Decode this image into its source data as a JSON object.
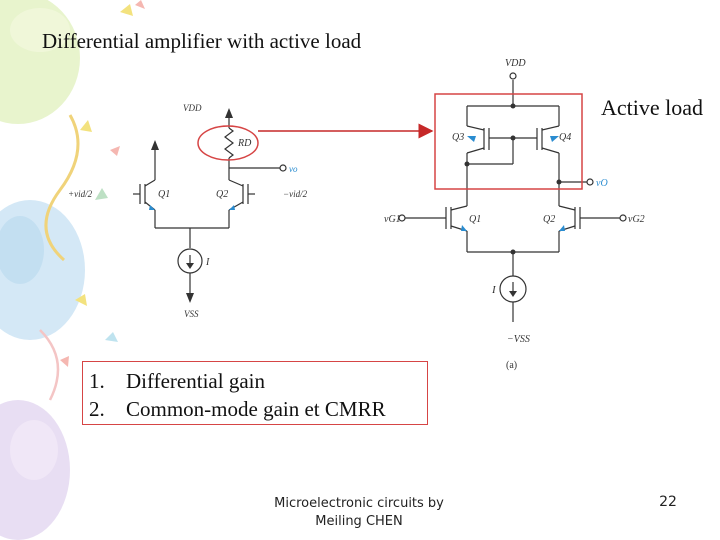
{
  "slide": {
    "title": "Differential amplifier with active load",
    "active_load_label": "Active load",
    "topics": [
      {
        "num": "1.",
        "text": "Differential gain"
      },
      {
        "num": "2.",
        "text": "Common-mode gain et CMRR"
      }
    ],
    "footer": {
      "line1": "Microelectronic circuits by",
      "line2": "Meiling CHEN"
    },
    "page_number": "22"
  },
  "left_circuit": {
    "vdd": "VDD",
    "rd": "RD",
    "vo": "vo",
    "q1": "Q1",
    "q2": "Q2",
    "vin_plus": "+vid/2",
    "vin_minus": "−vid/2",
    "current": "I",
    "vss": "VSS"
  },
  "right_circuit": {
    "vdd": "VDD",
    "q3": "Q3",
    "q4": "Q4",
    "vo": "vO",
    "q1": "Q1",
    "q2": "Q2",
    "vg1": "vG1",
    "vg2": "vG2",
    "current": "I",
    "vss": "−VSS",
    "caption": "(a)"
  },
  "colors": {
    "highlight": "#d64545",
    "arrow": "#c62828",
    "schematic": "#333333",
    "transistor_arrow": "#2a8cd0"
  }
}
